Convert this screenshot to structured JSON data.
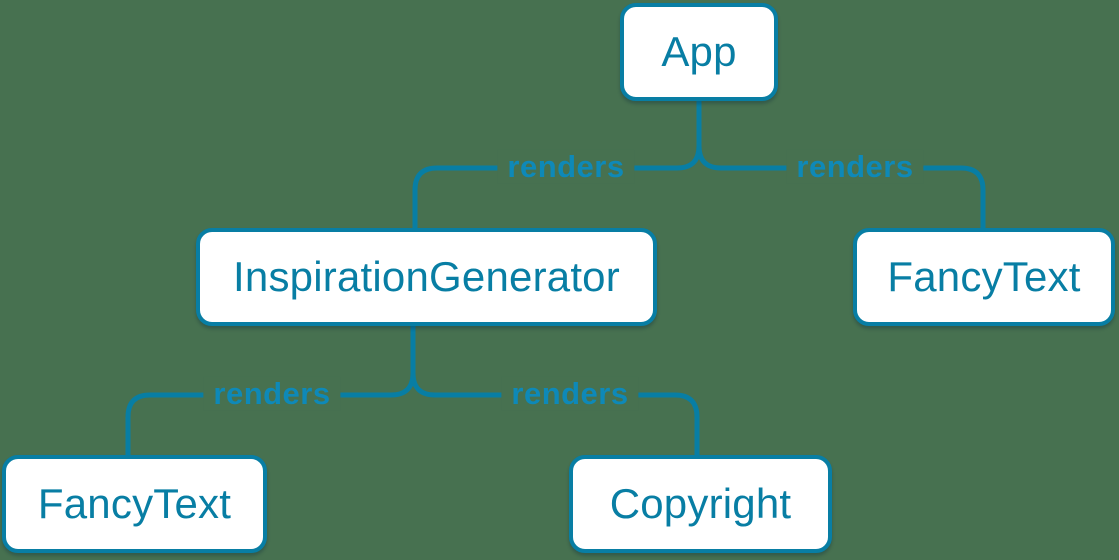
{
  "diagram": {
    "title": "react-render-tree",
    "colors": {
      "background": "#477150",
      "accent": "#087ea4",
      "node_fill": "#ffffff",
      "edge_label": "#0e89b8"
    },
    "nodes": [
      {
        "id": "app",
        "label": "App"
      },
      {
        "id": "inspiration-generator",
        "label": "InspirationGenerator"
      },
      {
        "id": "fancy-text-top",
        "label": "FancyText"
      },
      {
        "id": "fancy-text-bottom",
        "label": "FancyText"
      },
      {
        "id": "copyright",
        "label": "Copyright"
      }
    ],
    "edges": [
      {
        "from": "app",
        "to": "inspiration-generator",
        "label": "renders"
      },
      {
        "from": "app",
        "to": "fancy-text-top",
        "label": "renders"
      },
      {
        "from": "inspiration-generator",
        "to": "fancy-text-bottom",
        "label": "renders"
      },
      {
        "from": "inspiration-generator",
        "to": "copyright",
        "label": "renders"
      }
    ]
  }
}
